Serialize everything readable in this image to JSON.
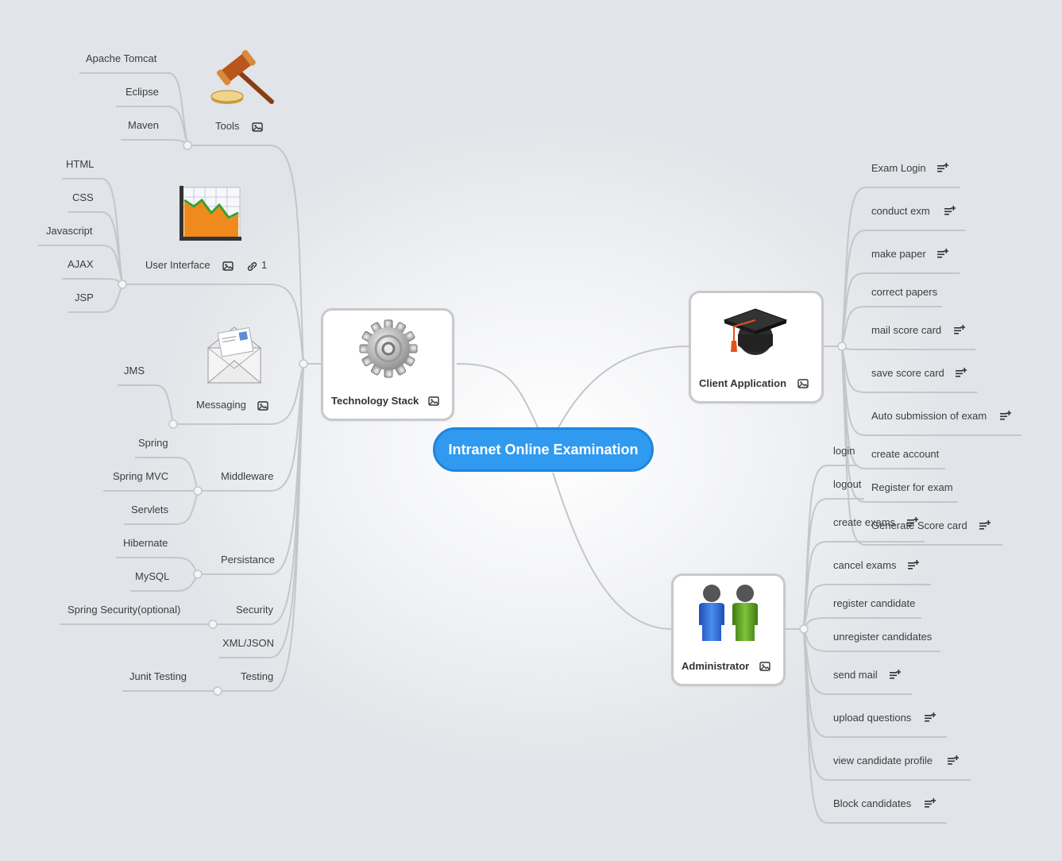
{
  "root": {
    "title": "Intranet Online Examination"
  },
  "tech": {
    "title": "Technology Stack",
    "tools": {
      "label": "Tools",
      "items": [
        "Apache Tomcat",
        "Eclipse",
        "Maven"
      ]
    },
    "ui": {
      "label": "User Interface",
      "link_count": "1",
      "items": [
        "HTML",
        "CSS",
        "Javascript",
        "AJAX",
        "JSP"
      ]
    },
    "messaging": {
      "label": "Messaging",
      "items": [
        "JMS"
      ]
    },
    "middleware": {
      "label": "Middleware",
      "items": [
        "Spring",
        "Spring MVC",
        "Servlets"
      ]
    },
    "persistance": {
      "label": "Persistance",
      "items": [
        "Hibernate",
        "MySQL"
      ]
    },
    "security": {
      "label": "Security",
      "items": [
        "Spring Security(optional)"
      ]
    },
    "xml": {
      "label": "XML/JSON"
    },
    "testing": {
      "label": "Testing",
      "items": [
        "Junit Testing"
      ]
    }
  },
  "client": {
    "title": "Client Application",
    "items": [
      "Exam Login",
      "conduct exm",
      "make paper",
      "correct papers",
      "mail score card",
      "save score card",
      "Auto submission of exam",
      "create account",
      "Register for exam",
      "Generate Score card"
    ]
  },
  "admin": {
    "title": "Administrator",
    "items": [
      "login",
      "logout",
      "create exams",
      "cancel exams",
      "register candidate",
      "unregister candidates",
      "send mail",
      "upload questions",
      "view candidate profile",
      "Block candidates"
    ]
  },
  "icons": {
    "image": "image-icon",
    "note": "note-add-icon",
    "link": "link-icon",
    "tools": "gavel-icon",
    "ui": "chart-icon",
    "messaging": "envelope-icon",
    "tech": "gear-icon",
    "client": "graduation-cap-icon",
    "admin": "users-icon"
  },
  "colors": {
    "root_fill": "#2f9af0",
    "connector": "#c4c6c9",
    "card_border": "#c7c9cc"
  }
}
